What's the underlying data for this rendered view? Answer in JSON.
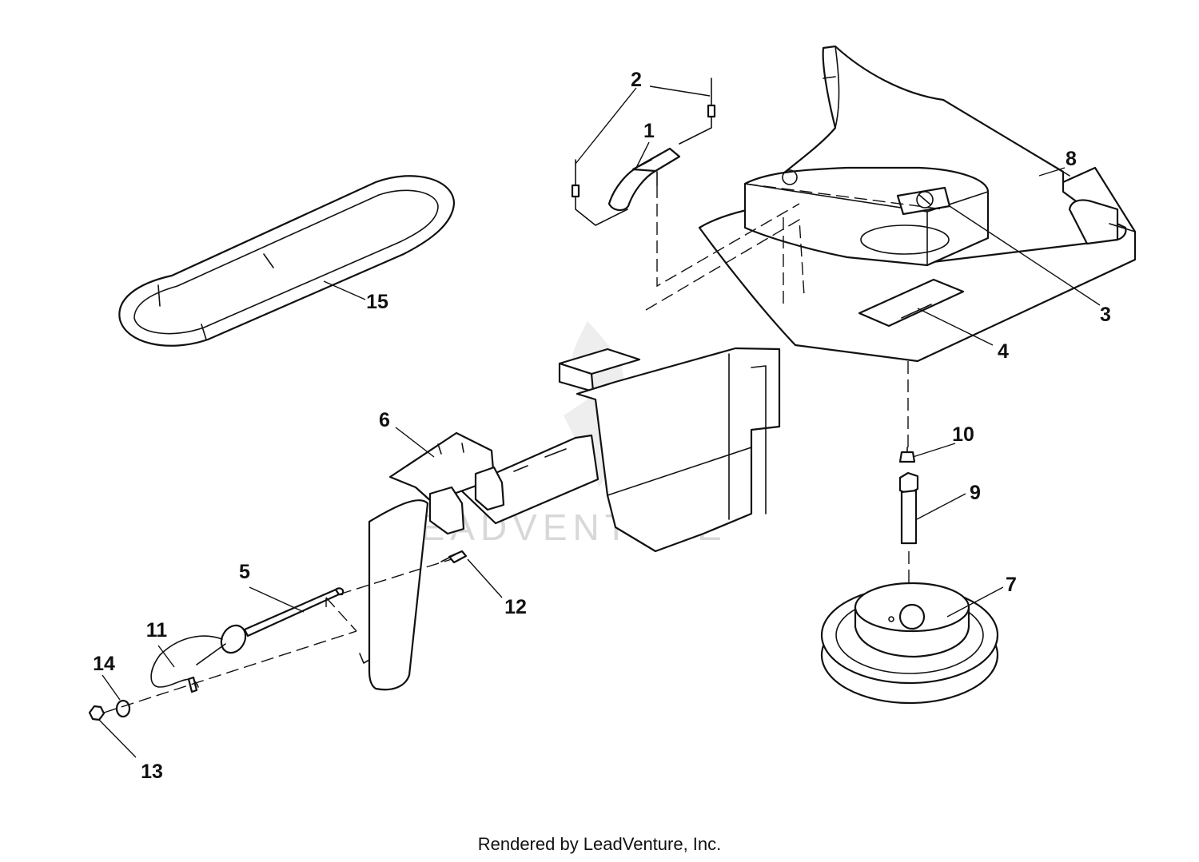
{
  "diagram": {
    "watermark": "LEADVENTURE",
    "callouts": [
      "1",
      "2",
      "3",
      "4",
      "5",
      "6",
      "7",
      "8",
      "9",
      "10",
      "11",
      "12",
      "13",
      "14",
      "15"
    ]
  },
  "footer": {
    "text": "Rendered by LeadVenture, Inc."
  }
}
